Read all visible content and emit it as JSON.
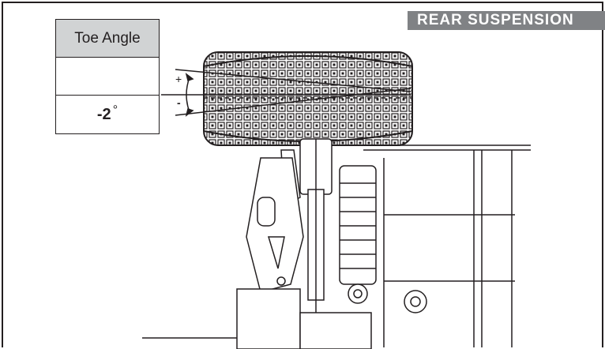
{
  "banner": {
    "title": "REAR SUSPENSION"
  },
  "toe_table": {
    "header": "Toe Angle",
    "value": "-2",
    "unit": "°"
  },
  "indicators": {
    "plus": "+",
    "minus": "-"
  }
}
